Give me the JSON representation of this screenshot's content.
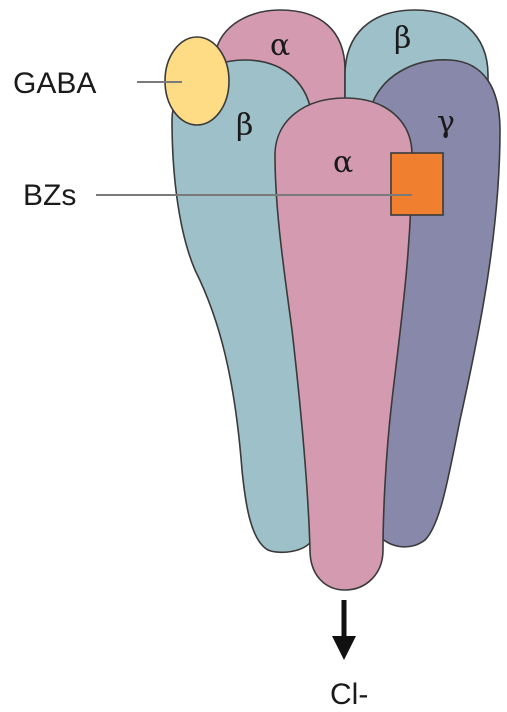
{
  "labels": {
    "gaba": "GABA",
    "bzs": "BZs",
    "ion": "Cl-"
  },
  "subunits": {
    "alpha_back": {
      "symbol": "α",
      "color": "#d49bb0"
    },
    "beta_back": {
      "symbol": "β",
      "color": "#9ec0c9"
    },
    "beta_front": {
      "symbol": "β",
      "color": "#9ec0c9"
    },
    "gamma": {
      "symbol": "γ",
      "color": "#8888aa"
    },
    "alpha_front": {
      "symbol": "α",
      "color": "#d49bb0"
    }
  },
  "sites": {
    "gaba_site_color": "#fddc85",
    "bz_site_color": "#f08030"
  },
  "arrow_icon": "arrow-down-icon"
}
